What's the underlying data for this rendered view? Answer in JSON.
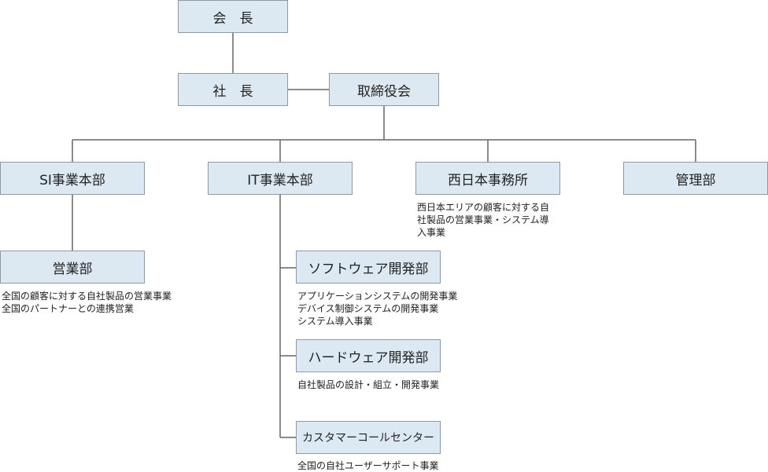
{
  "org": {
    "chairman": "会　長",
    "president": "社　長",
    "board": "取締役会",
    "si_division": {
      "label": "SI事業本部",
      "sales": {
        "label": "営業部",
        "desc": [
          "全国の顧客に対する自社製品の営業事業",
          "全国のパートナーとの連携営業"
        ]
      }
    },
    "it_division": {
      "label": "IT事業本部",
      "software": {
        "label": "ソフトウェア開発部",
        "desc": [
          "アプリケーションシステムの開発事業",
          "デバイス制御システムの開発事業",
          "システム導入事業"
        ]
      },
      "hardware": {
        "label": "ハードウェア開発部",
        "desc": [
          "自社製品の設計・組立・開発事業"
        ]
      },
      "call_center": {
        "label": "カスタマーコールセンター",
        "desc": [
          "全国の自社ユーザーサポート事業"
        ]
      }
    },
    "west_office": {
      "label": "西日本事務所",
      "desc": [
        "西日本エリアの顧客に対する自",
        "社製品の営業事業・システム導",
        "入事業"
      ]
    },
    "admin": {
      "label": "管理部"
    }
  },
  "colors": {
    "box_fill": "#dce9f3",
    "box_border": "#8d9aa3",
    "connector": "#666666"
  }
}
